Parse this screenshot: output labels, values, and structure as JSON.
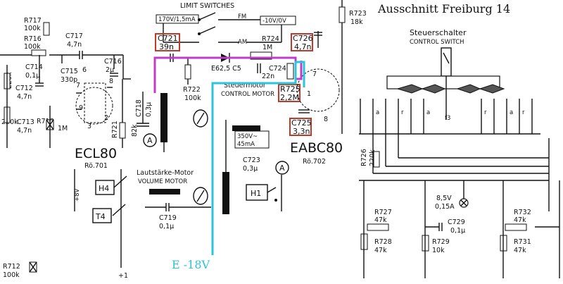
{
  "title": "Ausschnitt Freiburg 14",
  "header": {
    "limit_switches": "LIMIT SWITCHES",
    "voltage_box_left": "170V/1,5mA",
    "voltage_box_right": "-10V/0V",
    "switch_fm": "FM",
    "switch_am": "AM",
    "steuerschalter": "Steuerschalter",
    "control_switch": "CONTROL SWITCH"
  },
  "tubes": {
    "ecl80": "ECL80",
    "ecl80_ref": "Rö.701",
    "eabc80": "EABC80",
    "eabc80_ref": "Rö.702"
  },
  "motors": {
    "steuermotor": "Steuermotor",
    "control_motor": "CONTROL MOTOR",
    "lautstaerke": "Lautstärke-Motor",
    "volume_motor": "VOLUME MOTOR",
    "transformer_rating_1": "350V~",
    "transformer_rating_2": "45mA"
  },
  "components": {
    "r717": [
      "R717",
      "100k"
    ],
    "r716": [
      "R716",
      "100k"
    ],
    "c717": [
      "C717",
      "4,7n"
    ],
    "c714": [
      "C714",
      "0,1μ"
    ],
    "c715": [
      "C715",
      "330p"
    ],
    "c716": [
      "C716",
      "2μ"
    ],
    "r_220k": [
      "220k"
    ],
    "c712": [
      "C712",
      "4,7n"
    ],
    "c713": [
      "C713",
      "4,7n"
    ],
    "r718": [
      "R718",
      "1M"
    ],
    "r720": [
      "220k"
    ],
    "r721": [
      "R721",
      "82k"
    ],
    "c718": [
      "C718",
      "0,3μ"
    ],
    "c721": [
      "C721",
      "39n"
    ],
    "r722": [
      "R722",
      "100k"
    ],
    "e62": [
      "E62,5 C5"
    ],
    "r724": [
      "R724",
      "1M"
    ],
    "c724": [
      "C724",
      "22n"
    ],
    "c726": [
      "C726",
      "4,7n"
    ],
    "r725": [
      "R725",
      "2,2M"
    ],
    "c725": [
      "C725",
      "3,3n"
    ],
    "r723": [
      "R723",
      "18k"
    ],
    "c723": [
      "C723",
      "0,3μ"
    ],
    "c719": [
      "C719",
      "0,1μ"
    ],
    "r726": [
      "R726",
      "220k"
    ],
    "lamp": [
      "8,5V",
      "0,15A"
    ],
    "r727": [
      "R727",
      "47k"
    ],
    "r728": [
      "R728",
      "47k"
    ],
    "r729": [
      "R729",
      "10k"
    ],
    "c729": [
      "C729",
      "0,1μ"
    ],
    "r732": [
      "R732",
      "47k"
    ],
    "r731": [
      "R731",
      "47k"
    ],
    "r712": [
      "R712",
      "100k"
    ]
  },
  "markers": {
    "h4": "H4",
    "t4": "T4",
    "h1": "H1",
    "ammeter": "A",
    "plus1": "+1",
    "ground_ref": "+8V",
    "f3": "f3",
    "pin_a": "a",
    "pin_r": "r"
  },
  "pins": [
    "6",
    "7",
    "8",
    "9",
    "3",
    "1",
    "2",
    "7",
    "8"
  ],
  "annotation": {
    "supply": "E -18V",
    "magenta_color": "#c03cc8",
    "cyan_color": "#2bc4d8",
    "highlight_box_color": "#c0392b"
  }
}
